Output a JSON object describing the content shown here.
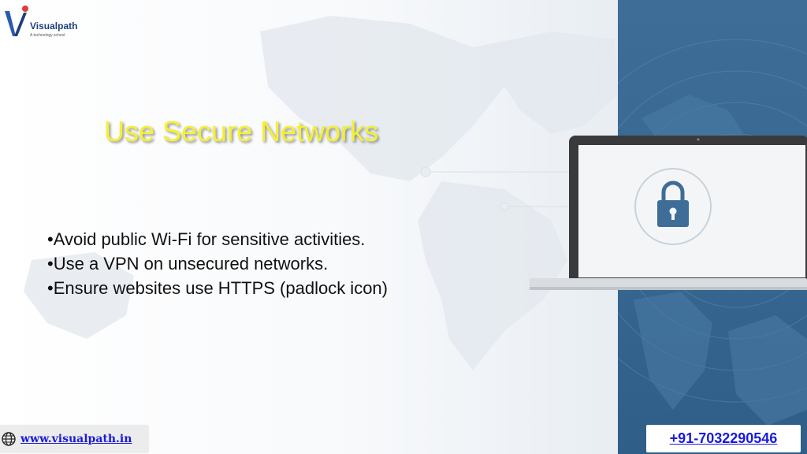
{
  "brand": {
    "name": "Visualpath",
    "tagline": "A technology school"
  },
  "slide": {
    "title": "Use Secure Networks",
    "bullets": [
      "•Avoid public Wi-Fi for sensitive activities.",
      "•Use a VPN on unsecured networks.",
      "•Ensure websites use HTTPS (padlock icon)"
    ]
  },
  "footer": {
    "website": "www.visualpath.in",
    "phone": "+91-7032290546"
  },
  "icons": {
    "logo": "visualpath-logo-icon",
    "globe": "globe-icon",
    "padlock": "padlock-icon",
    "laptop": "laptop-icon"
  },
  "colors": {
    "title": "#f5f032",
    "panel": "#386891",
    "link": "#1a1adc",
    "padlock": "#3e6e98"
  }
}
